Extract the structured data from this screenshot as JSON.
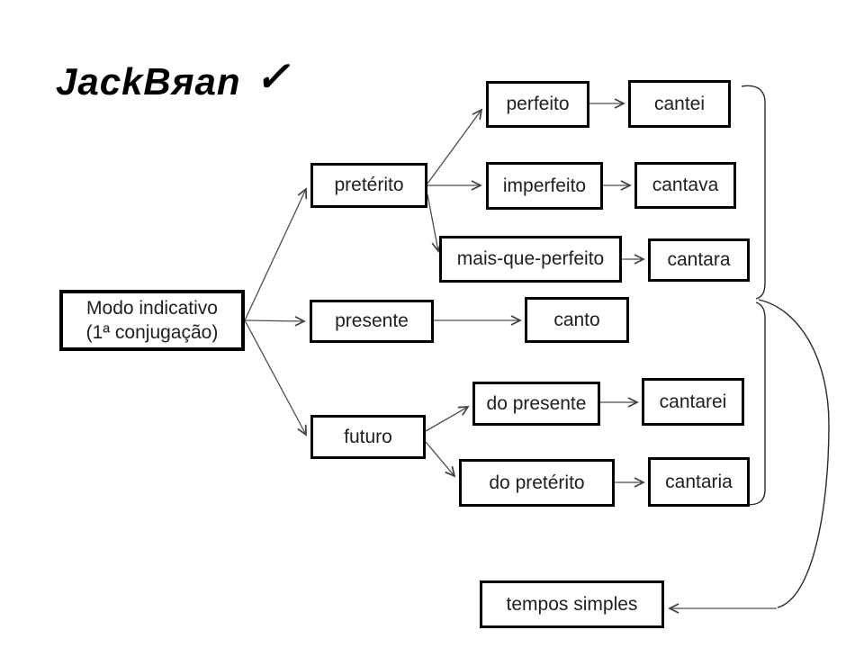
{
  "logo": {
    "text": "JackBяan",
    "checkmark": "✓",
    "color": "#000000"
  },
  "diagram": {
    "nodes": [
      {
        "id": "modo",
        "label": "Modo indicativo",
        "sublabel": "(1ª conjugação)"
      },
      {
        "id": "preterito",
        "label": "pretérito"
      },
      {
        "id": "perfeito",
        "label": "perfeito"
      },
      {
        "id": "cantei",
        "label": "cantei"
      },
      {
        "id": "imperfeito",
        "label": "imperfeito"
      },
      {
        "id": "cantava",
        "label": "cantava"
      },
      {
        "id": "mais-que-perfeito",
        "label": "mais-que-perfeito"
      },
      {
        "id": "cantara",
        "label": "cantara"
      },
      {
        "id": "presente",
        "label": "presente"
      },
      {
        "id": "canto",
        "label": "canto"
      },
      {
        "id": "futuro",
        "label": "futuro"
      },
      {
        "id": "do-presente",
        "label": "do presente"
      },
      {
        "id": "cantarei",
        "label": "cantarei"
      },
      {
        "id": "do-preterito",
        "label": "do pretérito"
      },
      {
        "id": "cantaria",
        "label": "cantaria"
      },
      {
        "id": "tempos-simples",
        "label": "tempos simples"
      }
    ],
    "edges": [
      {
        "from": "modo",
        "to": "preterito"
      },
      {
        "from": "modo",
        "to": "presente"
      },
      {
        "from": "modo",
        "to": "futuro"
      },
      {
        "from": "preterito",
        "to": "perfeito"
      },
      {
        "from": "preterito",
        "to": "imperfeito"
      },
      {
        "from": "preterito",
        "to": "mais-que-perfeito"
      },
      {
        "from": "perfeito",
        "to": "cantei"
      },
      {
        "from": "imperfeito",
        "to": "cantava"
      },
      {
        "from": "mais-que-perfeito",
        "to": "cantara"
      },
      {
        "from": "presente",
        "to": "canto"
      },
      {
        "from": "futuro",
        "to": "do-presente"
      },
      {
        "from": "futuro",
        "to": "do-preterito"
      },
      {
        "from": "do-presente",
        "to": "cantarei"
      },
      {
        "from": "do-preterito",
        "to": "cantaria"
      },
      {
        "from": "brace-group",
        "to": "tempos-simples"
      }
    ],
    "colors": {
      "box_border": "#000000",
      "box_fill": "#ffffff",
      "line": "#404040",
      "brace": "#2a2a2a",
      "text": "#1f1f1f"
    }
  }
}
